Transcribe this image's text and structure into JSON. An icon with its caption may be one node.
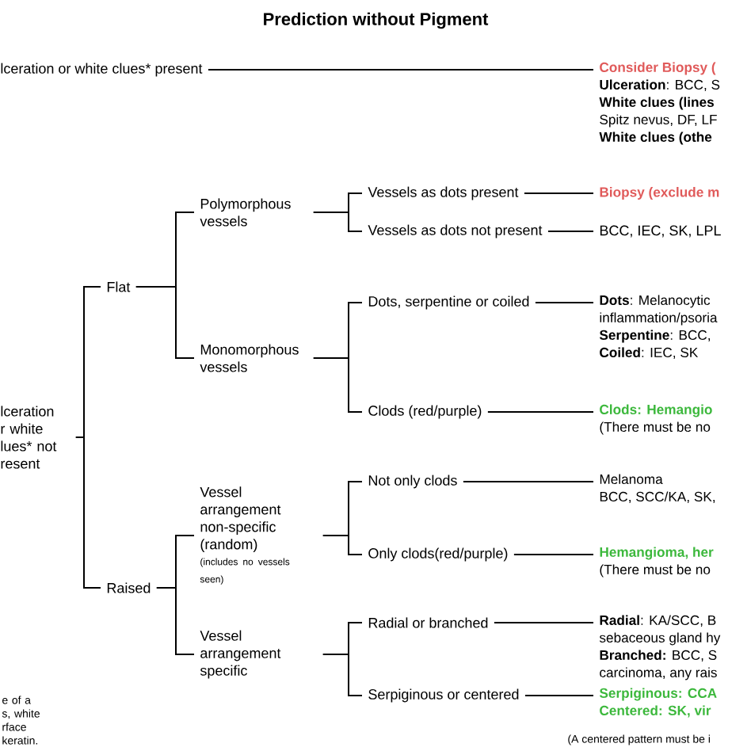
{
  "diagram": {
    "title": "Prediction without Pigment",
    "nodes": [
      {
        "text": [
          "lceration or white clues* present"
        ]
      },
      {
        "text": [
          "Consider Biopsy (",
          "**Ulceration**: BCC, S",
          "White clues (lines",
          "Spitz nevus, DF, LF",
          "White clues (othe"
        ]
      },
      {
        "text": [
          "lceration r white lues* not resent"
        ]
      },
      {
        "text": [
          "Flat"
        ]
      },
      {
        "text": [
          "Raised"
        ]
      },
      {
        "text": [
          "Polymorphous vessels"
        ]
      },
      {
        "text": [
          "Monomorphous vessels"
        ]
      },
      {
        "text": [
          "Vessel arrangement non-specific (random)",
          "(includes no vessels seen)"
        ]
      },
      {
        "text": [
          "Vessel arrangement specific"
        ]
      },
      {
        "text": [
          "Vessels as dots present"
        ]
      },
      {
        "text": [
          "Vessels as  dots not present"
        ]
      },
      {
        "text": [
          "Dots, serpentine or coiled"
        ]
      },
      {
        "text": [
          "Clods (red/purple)"
        ]
      },
      {
        "text": [
          "Not only clods"
        ]
      },
      {
        "text": [
          "Only clods(red/purple)"
        ]
      },
      {
        "text": [
          "Radial or branched"
        ]
      },
      {
        "text": [
          "Serpiginous or centered"
        ]
      },
      {
        "text": [
          "Biopsy (exclude m"
        ]
      },
      {
        "text": [
          "BCC, IEC, SK, LPL"
        ]
      },
      {
        "text": [
          "**Dots**: Melanocytic",
          "inflammation/psoria",
          "**Serpentine**: BCC,",
          "**Coiled**: IEC, SK"
        ]
      },
      {
        "text": [
          "Clods: Hemangio",
          "(There must be no"
        ]
      },
      {
        "text": [
          "Melanoma",
          "BCC, SCC/KA, SK,"
        ]
      },
      {
        "text": [
          "Hemangioma, her",
          "(There must be no"
        ]
      },
      {
        "text": [
          "**Radial**: KA/SCC, B",
          "sebaceous gland hy",
          "**Branched:** BCC, S",
          "carcinoma, any rais"
        ]
      },
      {
        "text": [
          "Serpiginous: CCA",
          "Centered: SK, vir"
        ]
      }
    ],
    "edges": [
      {
        "from": 0,
        "to": 1,
        "arrow": "none"
      },
      {
        "from": 2,
        "to": 3,
        "arrow": "none"
      },
      {
        "from": 2,
        "to": 4,
        "arrow": "none"
      },
      {
        "from": 3,
        "to": 5,
        "arrow": "none"
      },
      {
        "from": 3,
        "to": 6,
        "arrow": "none"
      },
      {
        "from": 4,
        "to": 7,
        "arrow": "none"
      },
      {
        "from": 4,
        "to": 8,
        "arrow": "none"
      },
      {
        "from": 5,
        "to": 9,
        "arrow": "none"
      },
      {
        "from": 5,
        "to": 10,
        "arrow": "none"
      },
      {
        "from": 6,
        "to": 11,
        "arrow": "none"
      },
      {
        "from": 6,
        "to": 12,
        "arrow": "none"
      },
      {
        "from": 7,
        "to": 13,
        "arrow": "none"
      },
      {
        "from": 7,
        "to": 14,
        "arrow": "none"
      },
      {
        "from": 8,
        "to": 15,
        "arrow": "none"
      },
      {
        "from": 8,
        "to": 16,
        "arrow": "none"
      },
      {
        "from": 9,
        "to": 17,
        "arrow": "none"
      },
      {
        "from": 10,
        "to": 18,
        "arrow": "none"
      },
      {
        "from": 11,
        "to": 19,
        "arrow": "none"
      },
      {
        "from": 12,
        "to": 20,
        "arrow": "none"
      },
      {
        "from": 13,
        "to": 21,
        "arrow": "none"
      },
      {
        "from": 14,
        "to": 22,
        "arrow": "none"
      },
      {
        "from": 15,
        "to": 23,
        "arrow": "none"
      },
      {
        "from": 16,
        "to": 24,
        "arrow": "none"
      }
    ],
    "labels": [
      "(A centered pattern must be i",
      "e of a s, white rface keratin."
    ]
  }
}
